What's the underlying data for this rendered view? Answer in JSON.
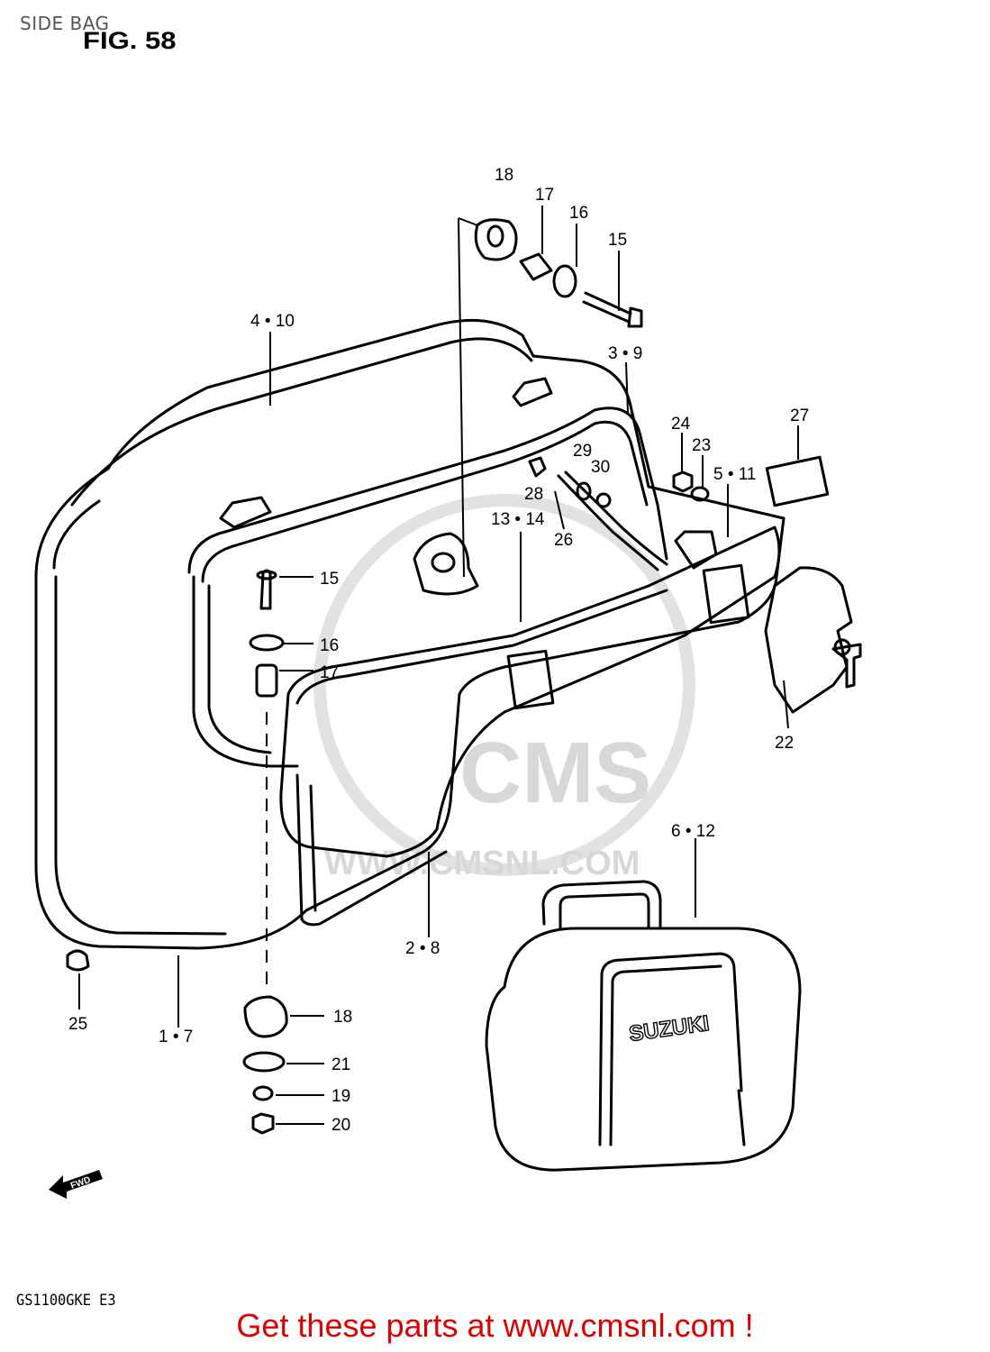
{
  "header": {
    "section_title": "SIDE BAG",
    "figure": "FIG. 58"
  },
  "parts": {
    "p18_top": "18",
    "p17_top": "17",
    "p16_top": "16",
    "p15_top": "15",
    "p4_10": "4 • 10",
    "p3_9": "3 • 9",
    "p24": "24",
    "p23": "23",
    "p27": "27",
    "p29": "29",
    "p30": "30",
    "p28": "28",
    "p5_11": "5 • 11",
    "p13_14": "13 • 14",
    "p26": "26",
    "p15_left": "15",
    "p16_left": "16",
    "p17_left": "17",
    "p22": "22",
    "p6_12": "6 • 12",
    "p2_8": "2 • 8",
    "p25": "25",
    "p1_7": "1 • 7",
    "p18_bottom": "18",
    "p21": "21",
    "p19": "19",
    "p20": "20"
  },
  "bag_brand": "SUZUKI",
  "watermark": {
    "logo": "CMS",
    "url": "WWW.CMSNL.COM"
  },
  "direction_mark": "FWD",
  "footer": {
    "model_code": "GS1100GKE  E3",
    "call_to_action": "Get these parts at www.cmsnl.com !"
  }
}
